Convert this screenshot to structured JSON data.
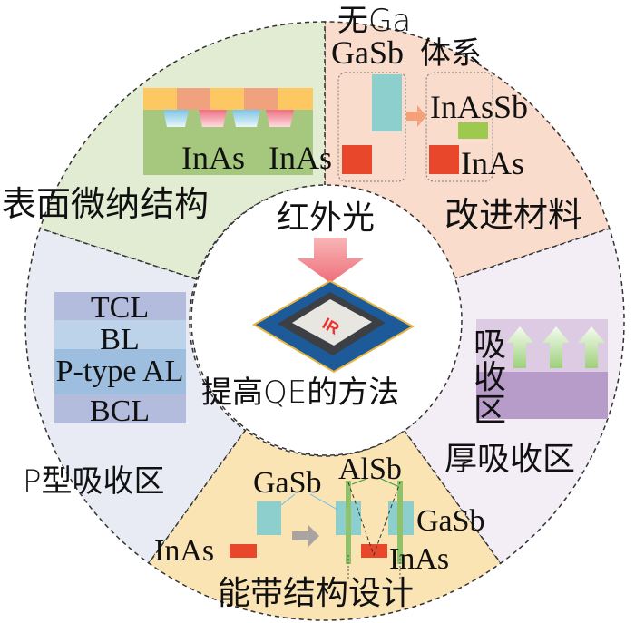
{
  "center": {
    "top_label": "红外光",
    "chip_label": "IR",
    "bottom_label": "提高QE的方法"
  },
  "sectors": {
    "surface": {
      "title": "表面微纳结构",
      "inas": "InAs",
      "color": "#e2ecd3"
    },
    "materials": {
      "title": "改进材料",
      "gasb": "GaSb",
      "no_ga_line1": "无Ga",
      "no_ga_line2": "体系",
      "inas_left": "InAs",
      "inassb": "InAsSb",
      "inas_right": "InAs",
      "color": "#f9dccb"
    },
    "thick": {
      "title": "厚吸收区",
      "absorb_vertical": [
        "吸",
        "收",
        "区"
      ],
      "color": "#f3edf5"
    },
    "band": {
      "title": "能带结构设计",
      "gasb_left": "GaSb",
      "alsb": "AlSb",
      "gasb_right": "GaSb",
      "inas_left": "InAs",
      "inas_right": "InAs",
      "color": "#fbe4b4"
    },
    "ptype": {
      "title": "P型吸收区",
      "layers": [
        "TCL",
        "BL",
        "P-type AL",
        "BCL"
      ],
      "color": "#e8ebf4"
    }
  }
}
